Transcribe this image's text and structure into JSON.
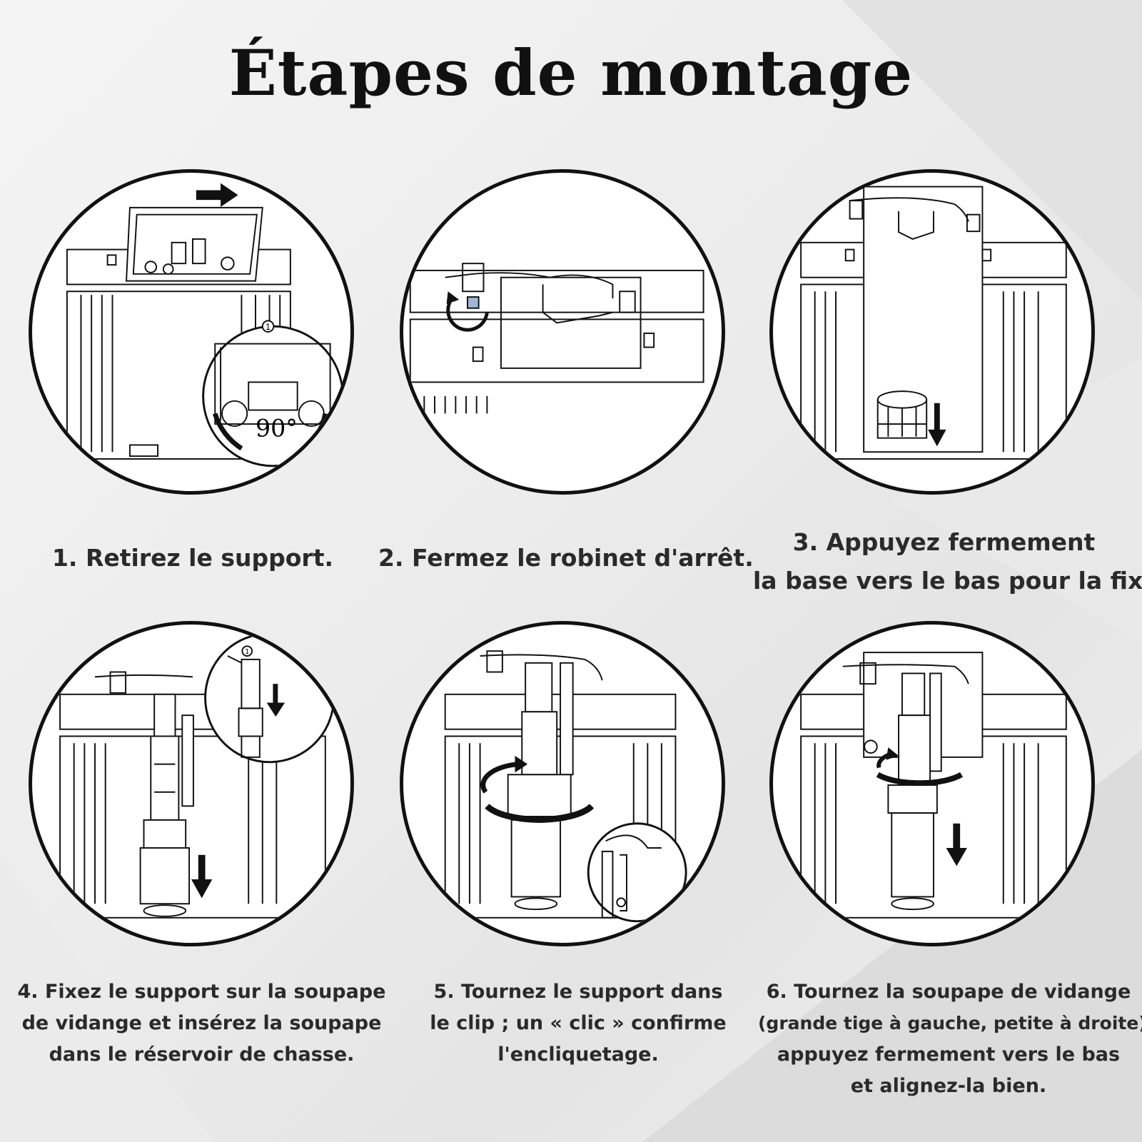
{
  "title": "Étapes de montage",
  "steps": [
    {
      "lines": [
        "1. Retirez le support."
      ],
      "badge": "1",
      "angle": "90°"
    },
    {
      "lines": [
        "2. Fermez le robinet d'arrêt."
      ]
    },
    {
      "lines": [
        "3. Appuyez fermement",
        "la base vers le bas pour la fixer."
      ]
    },
    {
      "lines": [
        "4. Fixez le support sur la soupape",
        "de vidange et insérez la soupape",
        "dans le réservoir de chasse."
      ],
      "badge": "1"
    },
    {
      "lines": [
        "5. Tournez le support dans",
        "le clip ; un « clic » confirme",
        "l'encliquetage."
      ]
    },
    {
      "lines": [
        "6. Tournez la soupape de vidange",
        "(grande tige à gauche, petite à droite)",
        "appuyez fermement vers le bas",
        "et alignez-la bien."
      ]
    }
  ]
}
